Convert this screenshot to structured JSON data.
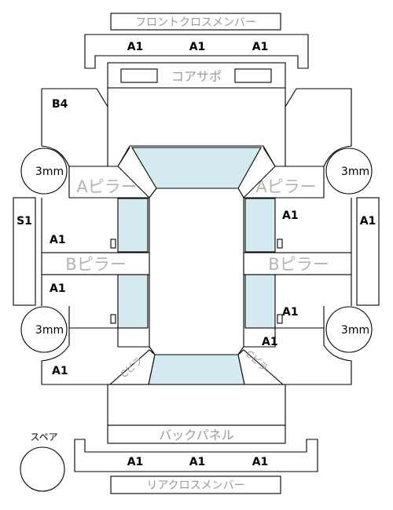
{
  "front_cross_member": {
    "title": "フロントクロスメンバー",
    "grades": [
      "A1",
      "A1",
      "A1"
    ]
  },
  "core_support": {
    "title": "コアサポ"
  },
  "panels": {
    "front_left": "B4",
    "side_left": "S1",
    "side_right": "A1",
    "left_upper_door": "A1",
    "left_lower_door": "A1",
    "left_rear": "A1",
    "right_upper_door": "A1",
    "right_lower_door": "A1",
    "right_rear": "A1"
  },
  "wheels": {
    "front_left": "3mm",
    "front_right": "3mm",
    "rear_left": "3mm",
    "rear_right": "3mm"
  },
  "pillars": {
    "a_left": "Aピラー",
    "a_right": "Aピラー",
    "b_left": "Bピラー",
    "b_right": "Bピラー"
  },
  "pillar_badges": {
    "c_left": "Cピラ",
    "c_right": "Cピラ"
  },
  "spare": {
    "label": "スペア"
  },
  "back_panel": {
    "title": "バックパネル"
  },
  "rear_cross_member": {
    "title": "リアクロスメンバー",
    "grades": [
      "A1",
      "A1",
      "A1"
    ]
  }
}
